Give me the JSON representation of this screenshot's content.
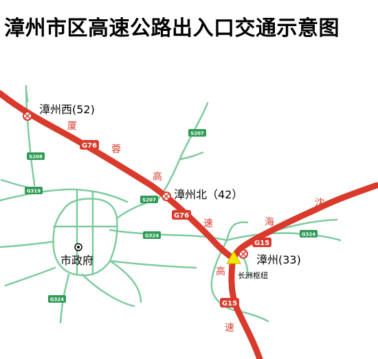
{
  "title": "漳州市区高速公路出入口交通示意图",
  "colors": {
    "expressway": "#d93a2c",
    "local_road": "#7ccb9e",
    "shield_expressway": "#d93a2c",
    "shield_provincial": "#2e9a54",
    "hub_marker": "#f5e800",
    "background": "#ffffff"
  },
  "interchanges": [
    {
      "name": "漳州西(52)",
      "icon": "interchange-icon"
    },
    {
      "name": "漳州北（42）",
      "icon": "interchange-icon"
    },
    {
      "name": "漳州(33)",
      "icon": "interchange-icon"
    }
  ],
  "hub": {
    "name": "长洲枢纽",
    "icon": "hub-triangle-icon"
  },
  "city_center": {
    "name": "市政府",
    "icon": "city-center-icon"
  },
  "route_names": {
    "g76": [
      "厦",
      "蓉",
      "高",
      "速"
    ],
    "g15": [
      "沈",
      "海",
      "高",
      "速"
    ]
  },
  "shields": {
    "expressway": [
      "G76",
      "G76",
      "G15",
      "G15"
    ],
    "provincial": [
      "S207",
      "S207",
      "S208",
      "G319",
      "G324",
      "G324",
      "G324"
    ]
  }
}
